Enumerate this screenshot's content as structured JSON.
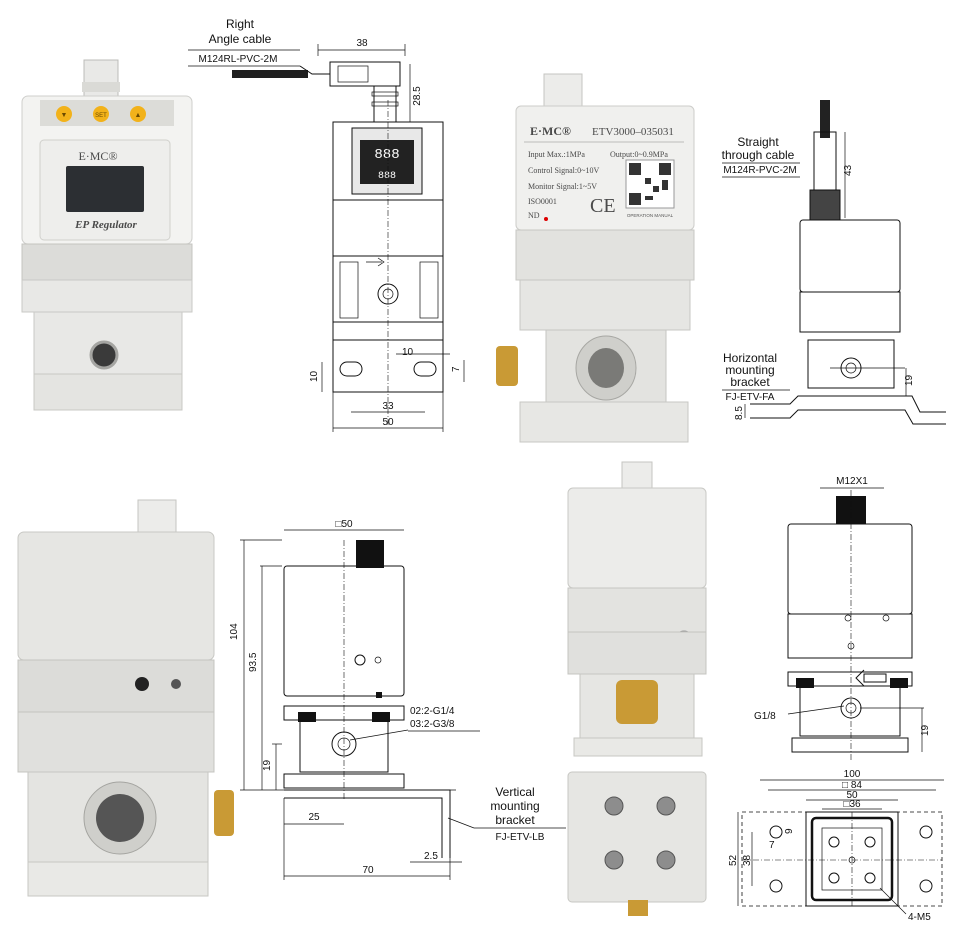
{
  "front_photo": {
    "brand": "E·MC®",
    "product": "EP Regulator",
    "keys": [
      "▼",
      "SET",
      "▲"
    ]
  },
  "cable_right_angle": {
    "label_line1": "Right",
    "label_line2": "Angle cable",
    "model": "M124RL-PVC-2M"
  },
  "front_drawing": {
    "dims": {
      "width_top": "38",
      "height_cable": "28.5",
      "port_gap": "10",
      "slot_h": "7",
      "slot_w": "10",
      "hole_spacing": "33",
      "base_width": "50"
    }
  },
  "label_photo": {
    "brand": "E·MC®",
    "model": "ETV3000–035031",
    "lines": [
      "Input Max.:1MPa",
      "Output:0~0.9MPa",
      "Control Signal:0~10V",
      "Monitor Signal:1~5V",
      "ISO0001",
      "ND"
    ],
    "ce": "CE",
    "qr_caption": "OPERATION MANUAL"
  },
  "cable_straight": {
    "label_line1": "Straight",
    "label_line2": "through cable",
    "model": "M124R-PVC-2M",
    "length_dim": "43"
  },
  "horizontal_bracket": {
    "label_lines": [
      "Horizontal",
      "mounting",
      "bracket"
    ],
    "model": "FJ-ETV-FA",
    "dim_thickness": "8.5",
    "dim_center": "19"
  },
  "side_drawing": {
    "dims": {
      "top_square": "□50",
      "total_height": "104",
      "body_height": "93.5",
      "port_height": "19",
      "port_offset": "25",
      "bracket_length": "70",
      "bracket_thickness": "2.5"
    },
    "port_labels": [
      "02:2-G1/4",
      "03:2-G3/8"
    ]
  },
  "vertical_bracket": {
    "label_lines": [
      "Vertical",
      "mounting",
      "bracket"
    ],
    "model": "FJ-ETV-LB"
  },
  "rear_drawing": {
    "connector": "M12X1",
    "port": "G1/8",
    "dim_port_height": "19"
  },
  "bottom_drawing": {
    "dims": {
      "overall": "100",
      "outer_square": "□ 84",
      "mid": "50",
      "inner_square": "□36",
      "slot_w": "7",
      "slot_h": "9",
      "height_38": "38",
      "height_52": "52",
      "screws": "4-M5"
    }
  }
}
